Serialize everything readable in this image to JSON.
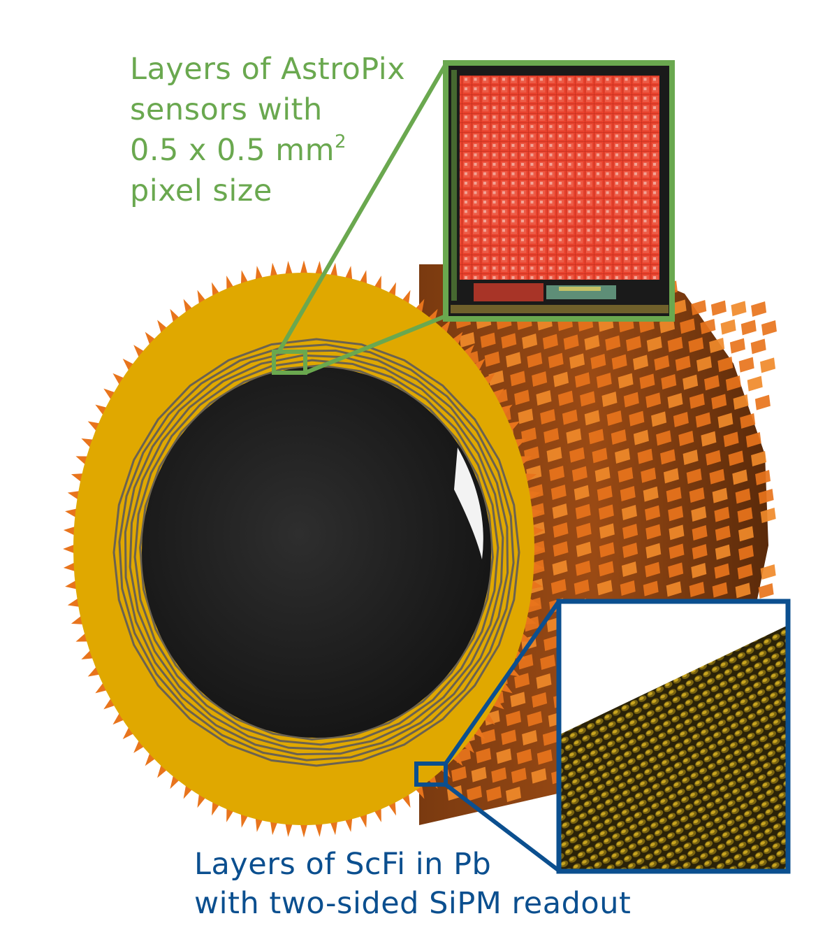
{
  "colors": {
    "astropix_callout": "#6aa84f",
    "scfi_callout": "#0b4f8f",
    "barrel_endcap": "#e0a800",
    "barrel_modules": "#e8741c",
    "sensor_pixels": "#e8412c",
    "beam_pipe": "#1e1e1e"
  },
  "astropix_callout": {
    "line1": "Layers of AstroPix",
    "line2": "sensors with",
    "line3_base": "0.5 x 0.5 mm",
    "line3_sup": "2",
    "line4": "pixel size"
  },
  "scfi_callout": {
    "line1": "Layers of ScFi in Pb",
    "line2": "with two-sided SiPM readout"
  },
  "icons": {
    "astropix_inset": "astropix-chip-layout-icon",
    "scfi_inset": "scfi-fiber-matrix-icon",
    "barrel": "calorimeter-barrel-icon"
  }
}
